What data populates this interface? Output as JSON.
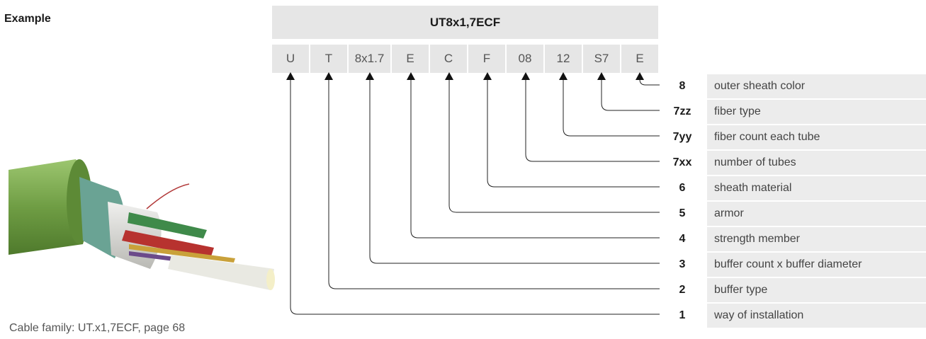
{
  "example_label": "Example",
  "code": "UT8x1,7ECF",
  "segments": [
    "U",
    "T",
    "8x1.7",
    "E",
    "C",
    "F",
    "08",
    "12",
    "S7",
    "E"
  ],
  "legend": [
    {
      "num": "8",
      "text": "outer sheath color"
    },
    {
      "num": "7zz",
      "text": "fiber type"
    },
    {
      "num": "7yy",
      "text": "fiber count each tube"
    },
    {
      "num": "7xx",
      "text": "number of tubes"
    },
    {
      "num": "6",
      "text": "sheath material"
    },
    {
      "num": "5",
      "text": "armor"
    },
    {
      "num": "4",
      "text": "strength member"
    },
    {
      "num": "3",
      "text": "buffer count x buffer diameter"
    },
    {
      "num": "2",
      "text": "buffer type"
    },
    {
      "num": "1",
      "text": "way of installation"
    }
  ],
  "caption": "Cable family: UT.x1,7ECF, page 68",
  "colors": {
    "cell_bg": "#e6e6e6",
    "cable_green": "#7dab4f",
    "line": "#222222"
  }
}
